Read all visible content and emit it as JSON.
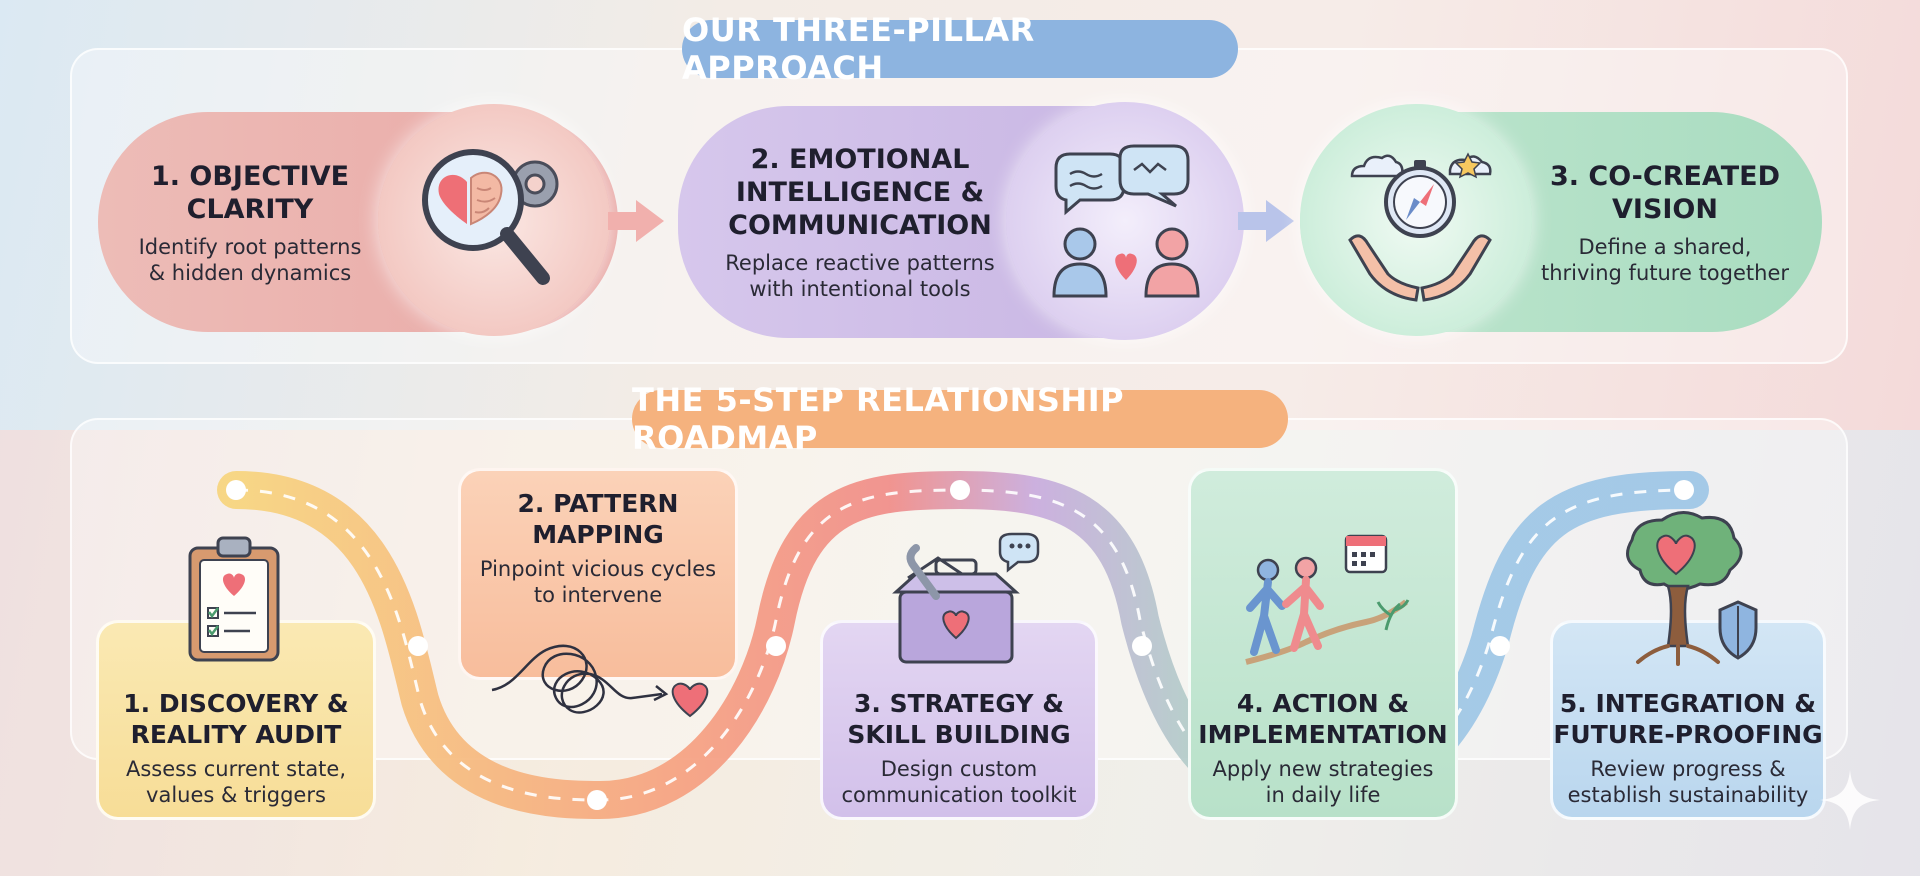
{
  "header": {
    "pillars_title": "OUR THREE-PILLAR APPROACH",
    "roadmap_title": "THE 5-STEP RELATIONSHIP ROADMAP"
  },
  "pillars": [
    {
      "title": "1. OBJECTIVE CLARITY",
      "title_lines": [
        "1. OBJECTIVE",
        "CLARITY"
      ],
      "desc_lines": [
        "Identify root patterns",
        "& hidden dynamics"
      ],
      "icon": "magnifier-heart-brain-icon",
      "color": "#e9a9a6"
    },
    {
      "title": "2. EMOTIONAL INTELLIGENCE & COMMUNICATION",
      "title_lines": [
        "2. EMOTIONAL",
        "INTELLIGENCE &",
        "COMMUNICATION"
      ],
      "desc_lines": [
        "Replace reactive patterns",
        "with intentional tools"
      ],
      "icon": "conversation-people-icon",
      "color": "#c9b6e3"
    },
    {
      "title": "3. CO-CREATED VISION",
      "title_lines": [
        "3. CO-CREATED",
        "VISION"
      ],
      "desc_lines": [
        "Define a shared,",
        "thriving future together"
      ],
      "icon": "hands-compass-icon",
      "color": "#a9dcc0"
    }
  ],
  "steps": [
    {
      "title_lines": [
        "1. DISCOVERY &",
        "REALITY AUDIT"
      ],
      "desc_lines": [
        "Assess current state,",
        "values & triggers"
      ],
      "icon": "clipboard-heart-icon",
      "color": "#f9e2a2"
    },
    {
      "title_lines": [
        "2. PATTERN",
        "MAPPING"
      ],
      "desc_lines": [
        "Pinpoint vicious cycles",
        "to intervene"
      ],
      "icon": "tangled-line-heart-icon",
      "color": "#f8c1a2"
    },
    {
      "title_lines": [
        "3. STRATEGY &",
        "SKILL BUILDING"
      ],
      "desc_lines": [
        "Design custom",
        "communication toolkit"
      ],
      "icon": "toolbox-heart-icon",
      "color": "#d8c8ec"
    },
    {
      "title_lines": [
        "4. ACTION &",
        "IMPLEMENTATION"
      ],
      "desc_lines": [
        "Apply new strategies",
        "in daily life"
      ],
      "icon": "couple-walking-icon",
      "color": "#bfe5cf"
    },
    {
      "title_lines": [
        "5. INTEGRATION &",
        "FUTURE-PROOFING"
      ],
      "desc_lines": [
        "Review progress &",
        "establish sustainability"
      ],
      "icon": "heart-tree-shield-icon",
      "color": "#bcd9ef"
    }
  ],
  "colors": {
    "pillars_title_bg": "#8db4e0",
    "roadmap_title_bg": "#f5b27e",
    "heart": "#ef6f78"
  }
}
